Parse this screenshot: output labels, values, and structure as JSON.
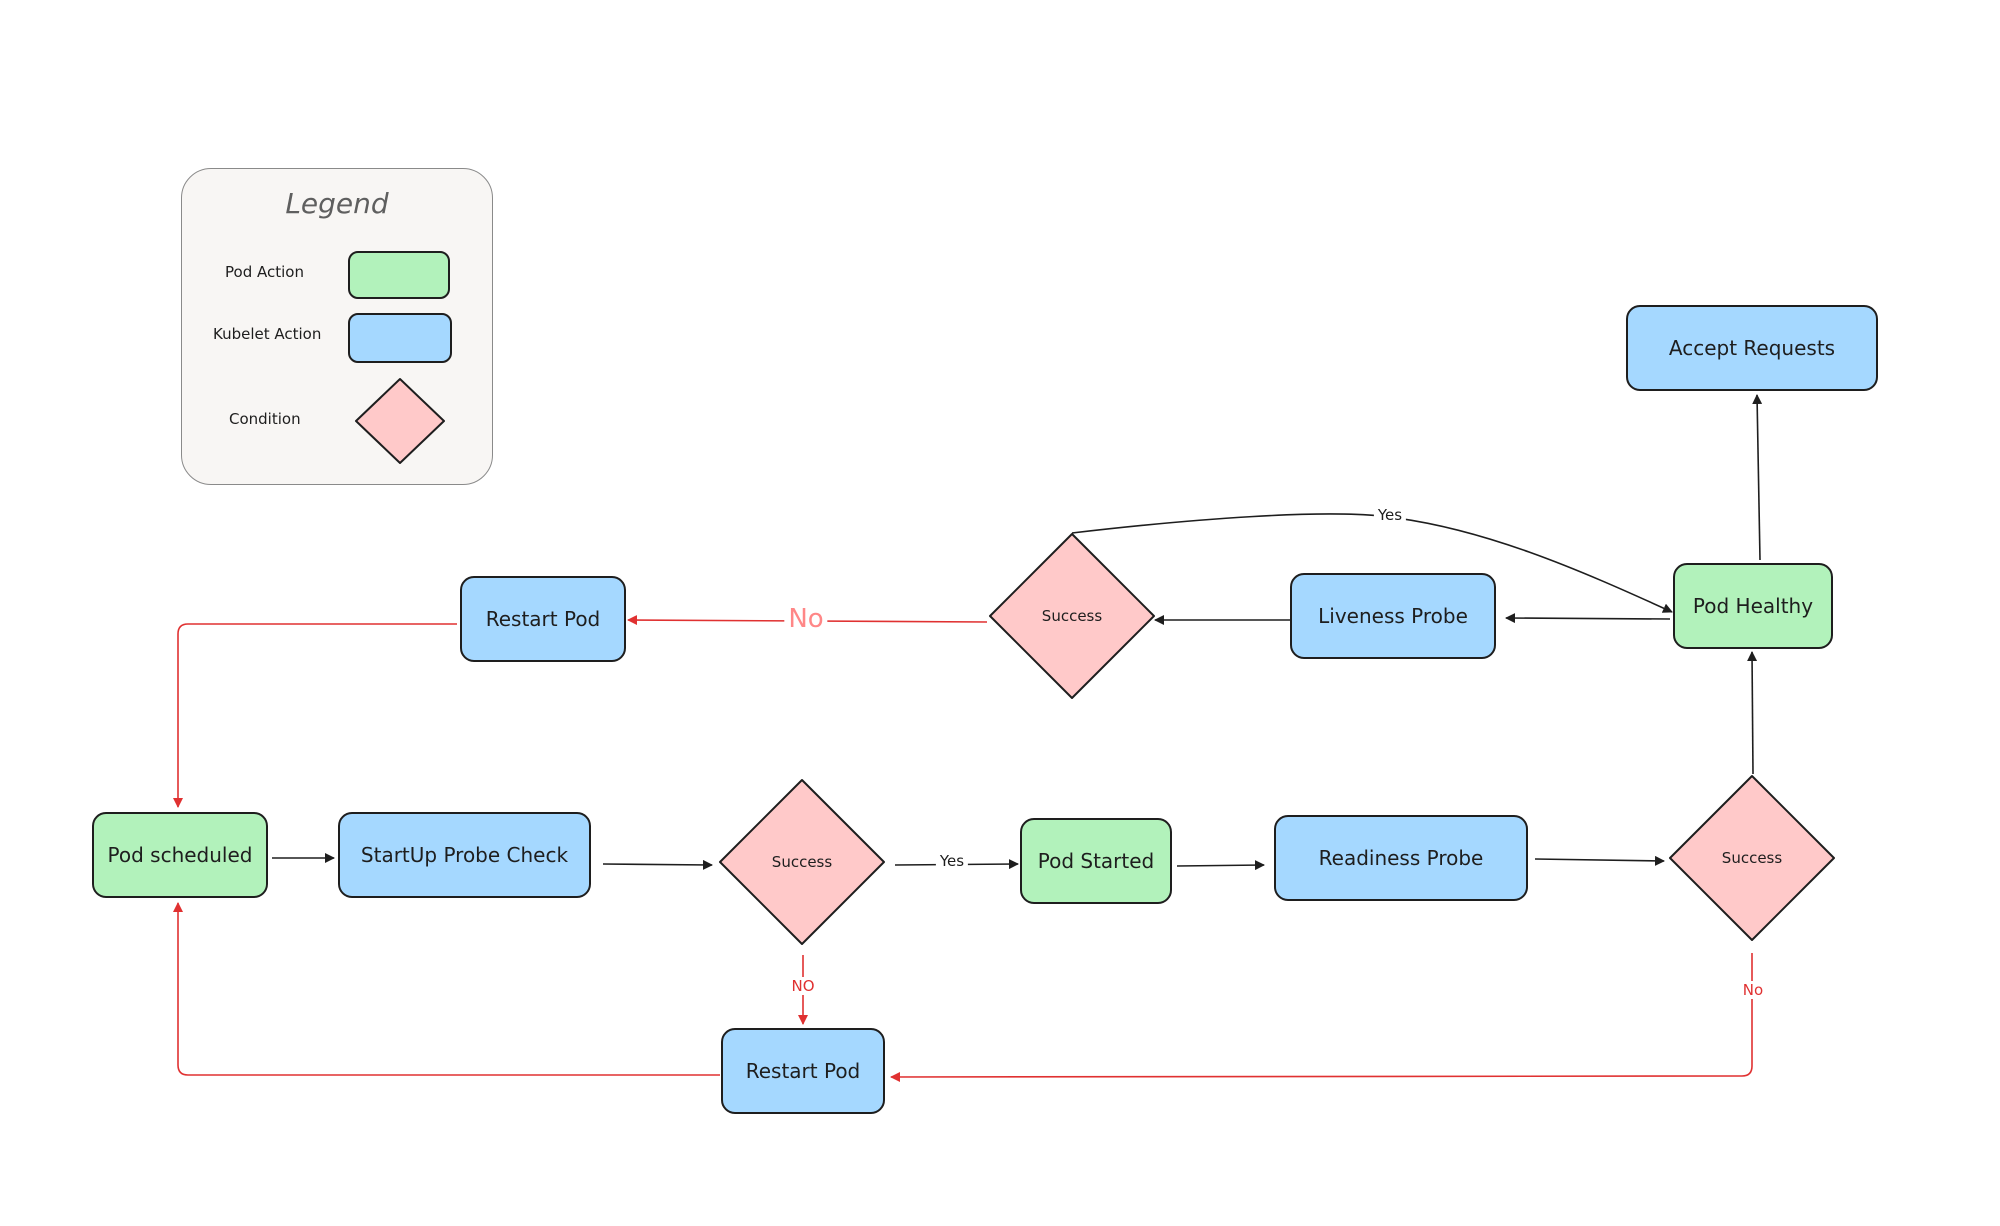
{
  "legend": {
    "title": "Legend",
    "pod_action": "Pod Action",
    "kubelet_action": "Kubelet Action",
    "condition": "Condition"
  },
  "nodes": {
    "pod_scheduled": "Pod scheduled",
    "startup_probe": "StartUp Probe Check",
    "success_startup": "Success",
    "pod_started": "Pod Started",
    "readiness_probe": "Readiness Probe",
    "success_readiness": "Success",
    "pod_healthy": "Pod Healthy",
    "accept_requests": "Accept Requests",
    "liveness_probe": "Liveness Probe",
    "success_liveness": "Success",
    "restart_pod_top": "Restart Pod",
    "restart_pod_bottom": "Restart Pod"
  },
  "edges": {
    "yes_startup": "Yes",
    "no_startup": "NO",
    "no_readiness": "No",
    "yes_liveness": "Yes",
    "no_liveness": "No"
  },
  "colors": {
    "pod_action": "#b2f2bb",
    "kubelet_action": "#a5d8ff",
    "condition": "#ffc9c9",
    "stroke": "#1e1e1e",
    "failure_arrow": "#e03131"
  }
}
